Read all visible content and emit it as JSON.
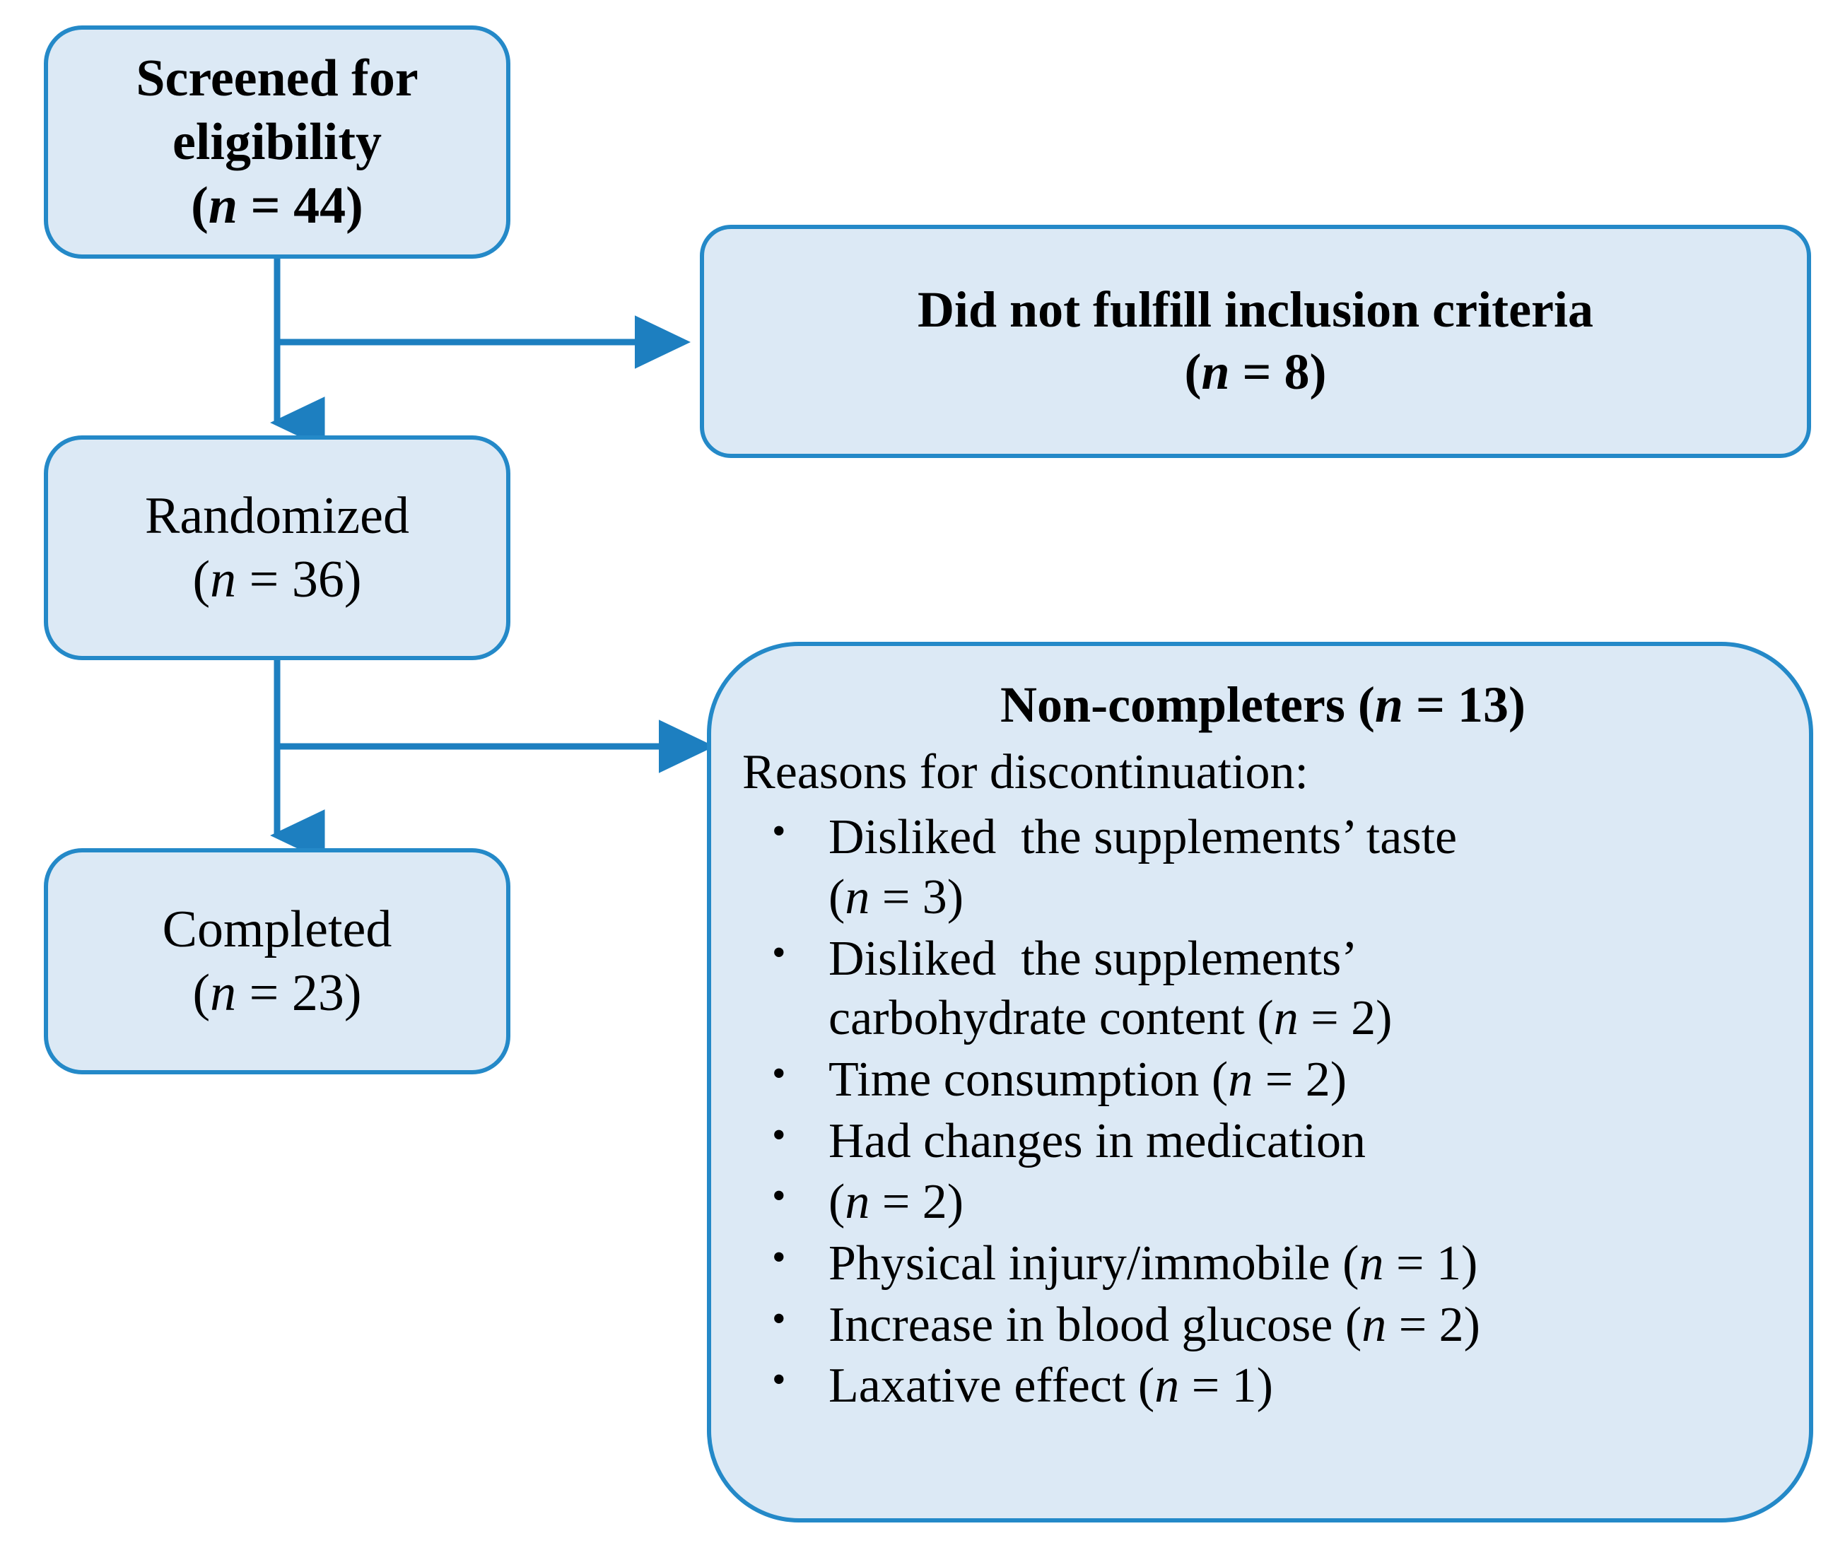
{
  "diagram": {
    "type": "consort-participant-flow",
    "accent_color": "#2489c8",
    "fill_color": "#dce9f5",
    "text_color": "#000000"
  },
  "nodes": {
    "screened": {
      "line1": "Screened for",
      "line2": "eligibility",
      "count_prefix": "(",
      "count_symbol": "n",
      "count_eq": " = ",
      "count_value": "44",
      "count_suffix": ")",
      "count_line": "(n = 44)"
    },
    "randomized": {
      "line1": "Randomized",
      "count_symbol": "n",
      "count_value": "36",
      "count_line": "(n = 36)"
    },
    "completed": {
      "line1": "Completed",
      "count_symbol": "n",
      "count_value": "23",
      "count_line": "(n = 23)"
    },
    "excluded": {
      "line1": "Did not fulfill  inclusion  criteria",
      "count_symbol": "n",
      "count_value": "8",
      "count_line": "(n = 8)"
    },
    "noncompleters": {
      "title_text": "Non-completers (",
      "title_symbol": "n",
      "title_value": " = 13)",
      "title_full": "Non-completers (n = 13)",
      "subtitle": "Reasons for discontinuation:",
      "reasons": [
        {
          "text": "Disliked  the supplements’ taste",
          "count_open": "(",
          "count_symbol": "n",
          "count_close": " = 3)",
          "count_line": "(n = 3)",
          "count_on_new_line": true
        },
        {
          "text": "Disliked  the supplements’",
          "text2": "carbohydrate content (",
          "count_symbol": "n",
          "count_close": " = 2)",
          "count_line": "(n = 2)",
          "count_on_new_line": false
        },
        {
          "text": "Time consumption (",
          "count_symbol": "n",
          "count_close": " = 2)",
          "count_line": "(n = 2)",
          "count_on_new_line": false
        },
        {
          "text": "Had changes in medication",
          "count_line": "",
          "count_on_new_line": false
        },
        {
          "text": "(",
          "count_symbol": "n",
          "count_close": " = 2)",
          "count_line": "(n = 2)",
          "count_on_new_line": false
        },
        {
          "text": "Physical injury/immobile (",
          "count_symbol": "n",
          "count_close": " = 1)",
          "count_line": "(n = 1)",
          "count_on_new_line": false
        },
        {
          "text": "Increase in blood glucose (",
          "count_symbol": "n",
          "count_close": " = 2)",
          "count_line": "(n = 2)",
          "count_on_new_line": false
        },
        {
          "text": "Laxative effect (",
          "count_symbol": "n",
          "count_close": " = 1)",
          "count_line": "(n = 1)",
          "count_on_new_line": false
        }
      ]
    }
  },
  "connectors": [
    {
      "name": "screened-to-randomized",
      "kind": "vertical-arrow"
    },
    {
      "name": "screened-to-excluded",
      "kind": "horizontal-arrow"
    },
    {
      "name": "randomized-to-completed",
      "kind": "vertical-arrow"
    },
    {
      "name": "randomized-to-noncompleters",
      "kind": "horizontal-arrow"
    }
  ]
}
